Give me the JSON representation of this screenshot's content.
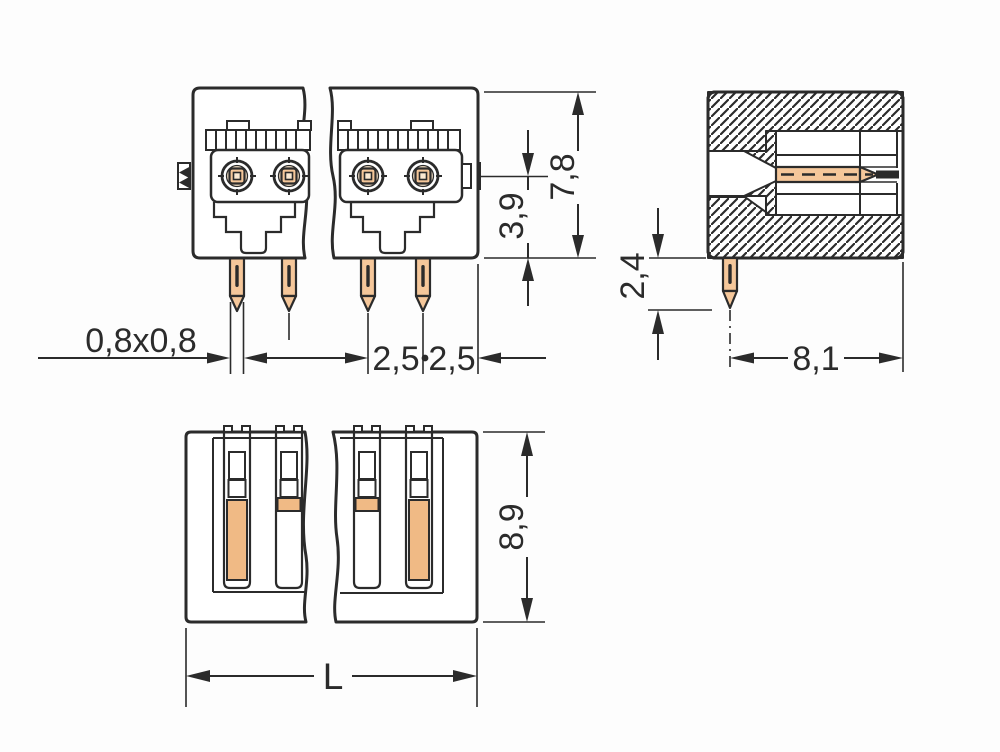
{
  "colors": {
    "background": "#fdfdfd",
    "line": "#2b2b2b",
    "pin": "#f5c79a",
    "pin_dark": "#f0ba85",
    "contact_ring": "#f4e0c6",
    "contact_center": "#fbe9d2"
  },
  "front_view": {
    "pin_cross_section": "0,8x0,8",
    "pin_pitch_a": "2,5",
    "pin_pitch_b": "2,5",
    "contact_axis_to_base": "3,9",
    "overall_height": "7,8"
  },
  "side_view": {
    "pin_protrusion": "2,4",
    "overall_depth": "8,1"
  },
  "bottom_view": {
    "overall_width": "8,9",
    "total_length": "L"
  }
}
